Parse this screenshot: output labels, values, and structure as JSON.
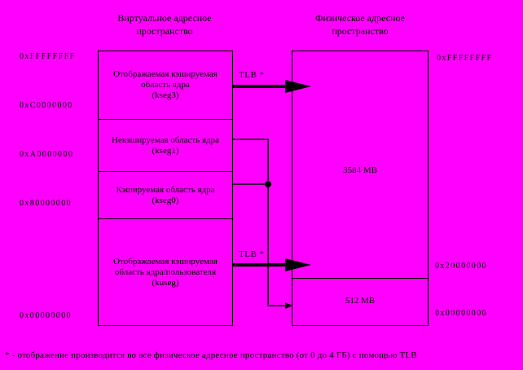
{
  "titles": {
    "virtual": "Виртуальное адресное пространство",
    "physical": "Физическое адресное пространство"
  },
  "virtual_addresses": [
    "0xFFFFFFFF",
    "0xC0000000",
    "0xA0000000",
    "0x80000000",
    "0x00000000"
  ],
  "physical_addresses": {
    "top": "0xFFFFFFFF",
    "mid": "0x20000000",
    "bottom": "0x00000000"
  },
  "segments": [
    {
      "label": "Отображаемая кэшируемая область ядра",
      "name": "(kseg3)"
    },
    {
      "label": "Некэшируемая область ядра",
      "name": "(kseg1)"
    },
    {
      "label": "Кэшируемая область ядра",
      "name": "(kseg0)"
    },
    {
      "label": "Отображаемая кэшируемая область ядра/пользователя",
      "name": "(kuseg)"
    }
  ],
  "physical_regions": {
    "upper": "3584 MB",
    "lower": "512 MB"
  },
  "tlb_labels": [
    "TLB *",
    "TLB *"
  ],
  "footnote": "* - отображение производится во все физическое адресное пространство (от 0 до 4 ГБ) с помощью TLB",
  "colors": {
    "background": "#ff00ff",
    "line": "#000000"
  }
}
